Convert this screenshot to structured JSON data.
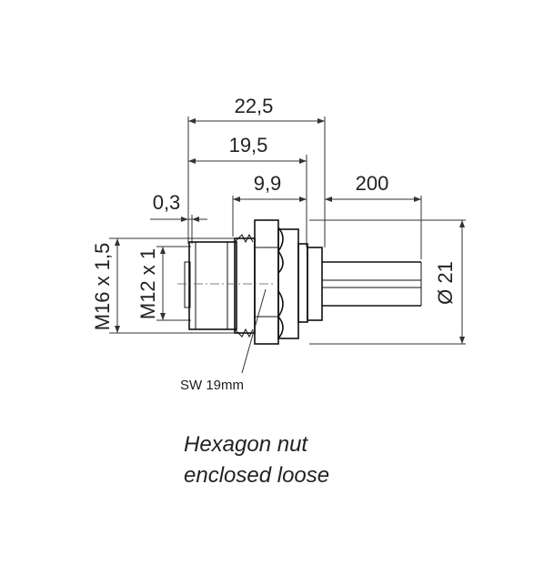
{
  "dimensions": {
    "overall_length": "22,5",
    "body_length": "19,5",
    "nut_length": "9,9",
    "cable_length": "200",
    "gap": "0,3",
    "outer_thread": "M16 x 1,5",
    "inner_thread": "M12 x 1",
    "diameter": "Ø 21"
  },
  "callout": {
    "wrench_size": "SW 19mm"
  },
  "note": {
    "line1": "Hexagon nut",
    "line2": "enclosed loose"
  }
}
